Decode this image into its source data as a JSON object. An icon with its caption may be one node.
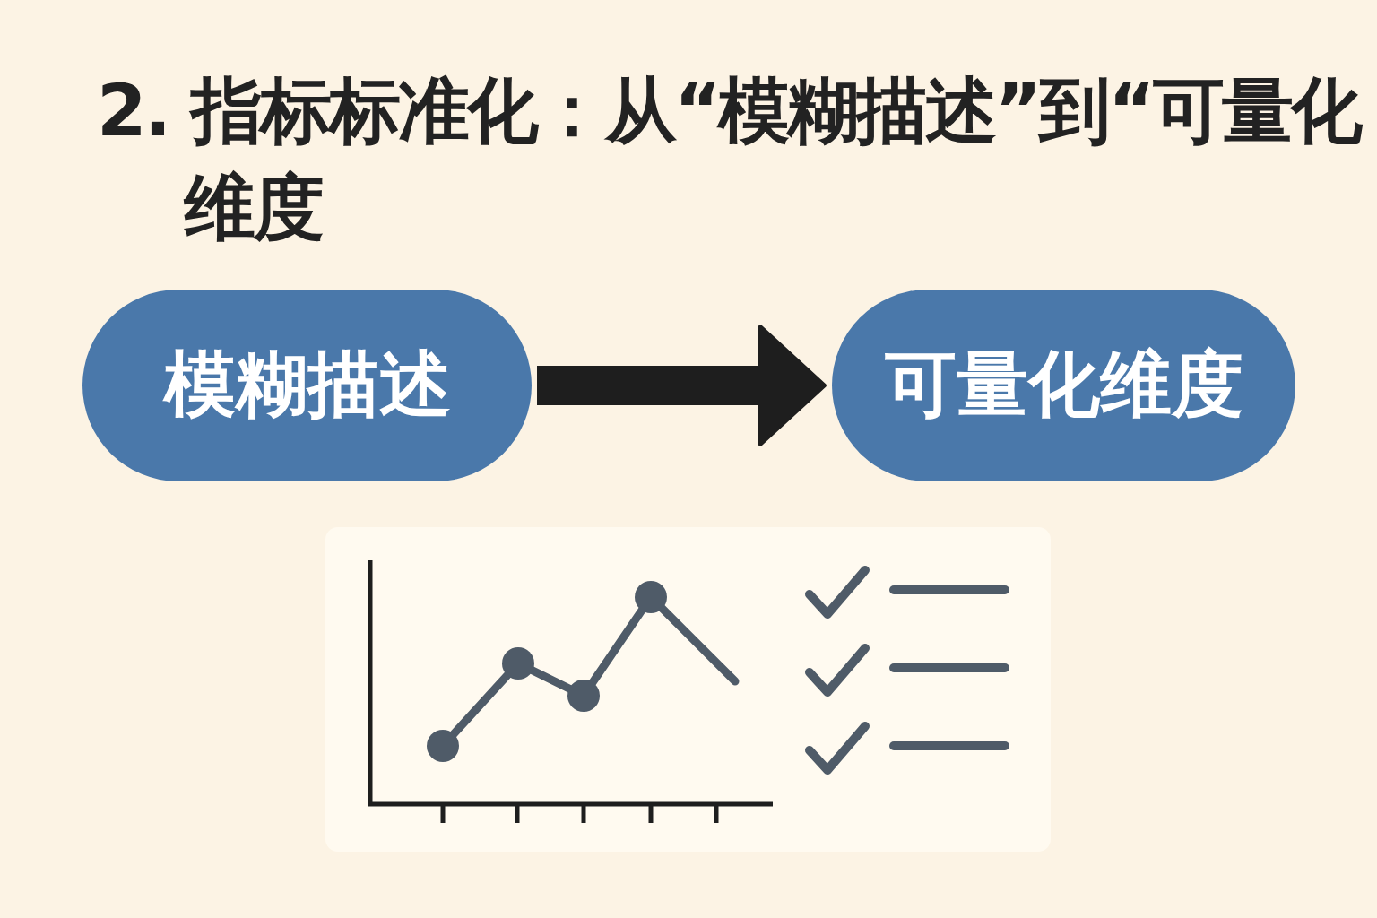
{
  "diagram": {
    "title": "2. 指标标准化：从“模糊描述”到“可量化维度",
    "nodes": [
      {
        "text": [
          "模糊描述"
        ]
      },
      {
        "text": [
          "可量化维度"
        ]
      }
    ],
    "edges": [
      {
        "from": 0,
        "to": 1,
        "arrow": "to"
      }
    ]
  }
}
